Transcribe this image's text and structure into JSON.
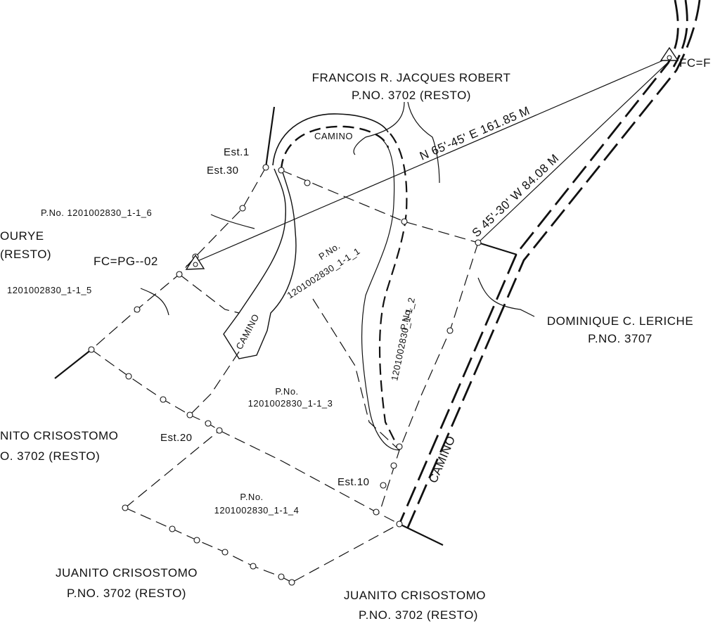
{
  "owners": {
    "north": {
      "name": "FRANCOIS R. JACQUES ROBERT",
      "pno": "P.NO. 3702 (RESTO)"
    },
    "west": {
      "name": "OURYE",
      "pno": "(RESTO)"
    },
    "east": {
      "name": "DOMINIQUE C. LERICHE",
      "pno": "P.NO. 3707"
    },
    "sw": {
      "name": "NITO CRISOSTOMO",
      "pno": "O. 3702 (RESTO)"
    },
    "south_left": {
      "name": "JUANITO CRISOSTOMO",
      "pno": "P.NO. 3702 (RESTO)"
    },
    "south_right": {
      "name": "JUANITO CRISOSTOMO",
      "pno": "P.NO. 3702 (RESTO)"
    }
  },
  "bearings": {
    "b1": "N 65'-45' E  161.85 M",
    "b2": "S 45'-30' W  84.08 M"
  },
  "control_points": {
    "fc_left": "FC=PG--02",
    "fc_right": "FC=F"
  },
  "stations": {
    "est1": "Est.1",
    "est30": "Est.30",
    "est20": "Est.20",
    "est10": "Est.10"
  },
  "roads": {
    "camino_top": "CAMINO",
    "camino_mid": "CAMINO",
    "camino_main": "CAMINO"
  },
  "parcels": {
    "p6": "P.No.  1201002830_1-1_6",
    "p5": "1201002830_1-1_5",
    "p1_title": "P.No.",
    "p1": "1201002830_1-1_1",
    "p2_title": "P.No.",
    "p2": "1201002830_1-1_2",
    "p3_title": "P.No.",
    "p3": "1201002830_1-1_3",
    "p4_title": "P.No.",
    "p4": "1201002830_1-1_4"
  }
}
